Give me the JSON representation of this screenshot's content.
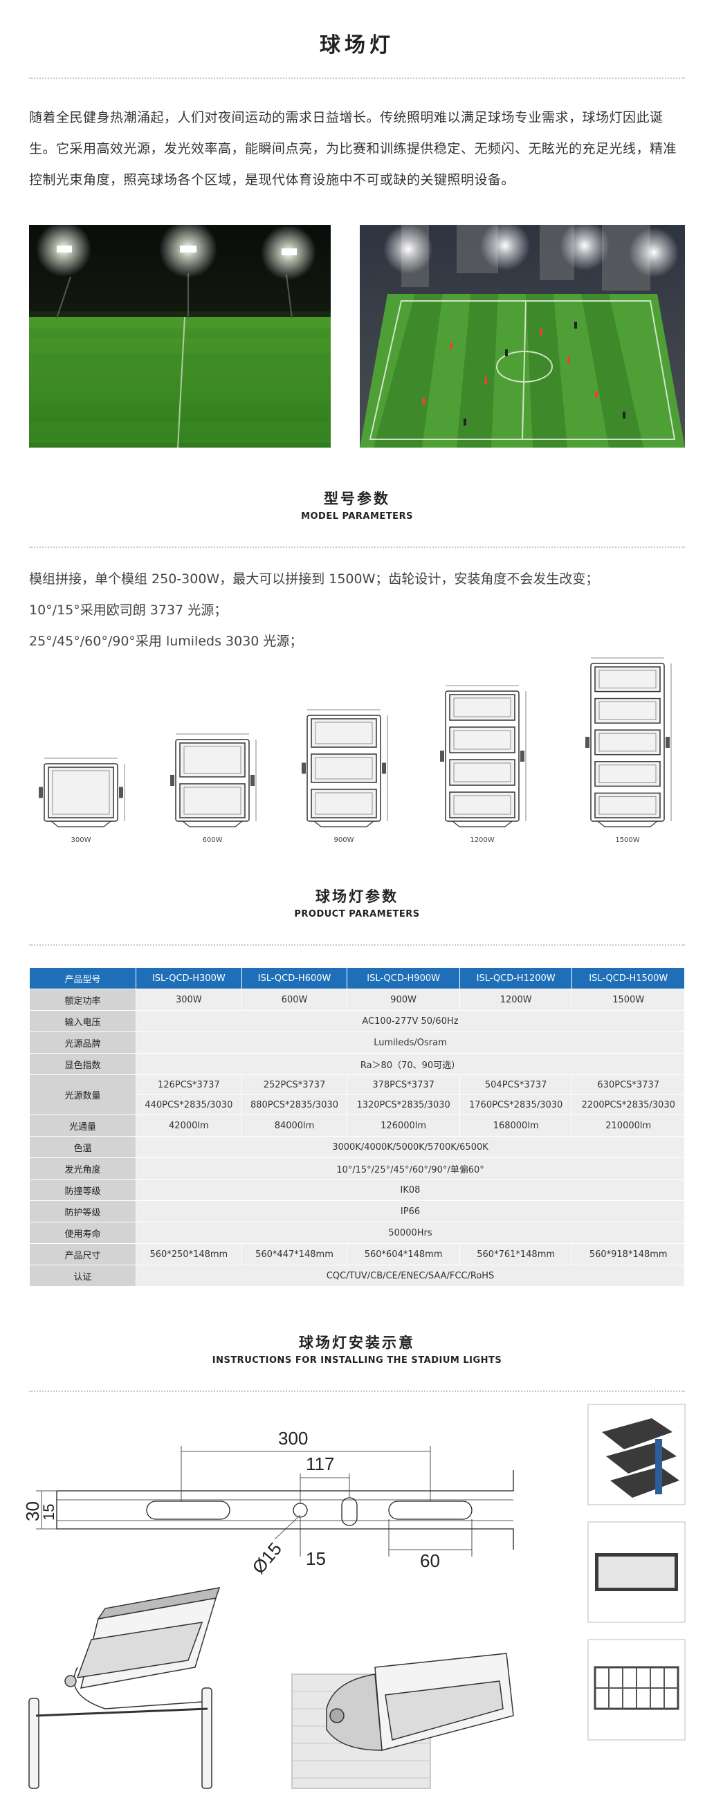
{
  "page": {
    "title": "球场灯",
    "intro": "随着全民健身热潮涌起，人们对夜间运动的需求日益增长。传统照明难以满足球场专业需求，球场灯因此诞生。它采用高效光源，发光效率高，能瞬间点亮，为比赛和训练提供稳定、无频闪、无眩光的充足光线，精准控制光束角度，照亮球场各个区域，是现代体育设施中不可或缺的关键照明设备。"
  },
  "model_section": {
    "title_cn": "型号参数",
    "title_en": "MODEL PARAMETERS",
    "lines": [
      "模组拼接，单个模组 250-300W，最大可以拼接到 1500W；齿轮设计，安装角度不会发生改变；",
      "10°/15°采用欧司朗 3737 光源；",
      "25°/45°/60°/90°采用 lumileds 3030 光源；"
    ],
    "figures": [
      {
        "label": "300W",
        "modules": 1
      },
      {
        "label": "600W",
        "modules": 2
      },
      {
        "label": "900W",
        "modules": 3
      },
      {
        "label": "1200W",
        "modules": 4
      },
      {
        "label": "1500W",
        "modules": 5
      }
    ]
  },
  "product_section": {
    "title_cn": "球场灯参数",
    "title_en": "PRODUCT PARAMETERS",
    "table": {
      "headers": [
        "产品型号",
        "ISL-QCD-H300W",
        "ISL-QCD-H600W",
        "ISL-QCD-H900W",
        "ISL-QCD-H1200W",
        "ISL-QCD-H1500W"
      ],
      "power": {
        "label": "额定功率",
        "values": [
          "300W",
          "600W",
          "900W",
          "1200W",
          "1500W"
        ]
      },
      "voltage": {
        "label": "输入电压",
        "value": "AC100-277V 50/60Hz"
      },
      "brand": {
        "label": "光源品牌",
        "value": "Lumileds/Osram"
      },
      "cri": {
        "label": "显色指数",
        "value": "Ra＞80（70、90可选）"
      },
      "source_qty": {
        "label": "光源数量",
        "row1": [
          "126PCS*3737",
          "252PCS*3737",
          "378PCS*3737",
          "504PCS*3737",
          "630PCS*3737"
        ],
        "row2": [
          "440PCS*2835/3030",
          "880PCS*2835/3030",
          "1320PCS*2835/3030",
          "1760PCS*2835/3030",
          "2200PCS*2835/3030"
        ]
      },
      "flux": {
        "label": "光通量",
        "values": [
          "42000lm",
          "84000lm",
          "126000lm",
          "168000lm",
          "210000lm"
        ]
      },
      "cct": {
        "label": "色温",
        "value": "3000K/4000K/5000K/5700K/6500K"
      },
      "beam": {
        "label": "发光角度",
        "value": "10°/15°/25°/45°/60°/90°/单偏60°"
      },
      "ik": {
        "label": "防撞等级",
        "value": "IK08"
      },
      "ip": {
        "label": "防护等级",
        "value": "IP66"
      },
      "life": {
        "label": "使用寿命",
        "value": "50000Hrs"
      },
      "size": {
        "label": "产品尺寸",
        "values": [
          "560*250*148mm",
          "560*447*148mm",
          "560*604*148mm",
          "560*761*148mm",
          "560*918*148mm"
        ]
      },
      "cert": {
        "label": "认证",
        "value": "CQC/TUV/CB/CE/ENEC/SAA/FCC/RoHS"
      }
    }
  },
  "install_section": {
    "title_cn": "球场灯安装示意",
    "title_en": "INSTRUCTIONS FOR INSTALLING THE STADIUM LIGHTS",
    "dims": {
      "d300": "300",
      "d117": "117",
      "d30": "30",
      "d15a": "15",
      "phi15": "Ø15",
      "d15b": "15",
      "d60": "60"
    }
  },
  "colors": {
    "header_blue": "#1f6fb8",
    "row_head": "#d3d3d3",
    "cell": "#eeeeee",
    "grass": "#3e8f2a"
  }
}
